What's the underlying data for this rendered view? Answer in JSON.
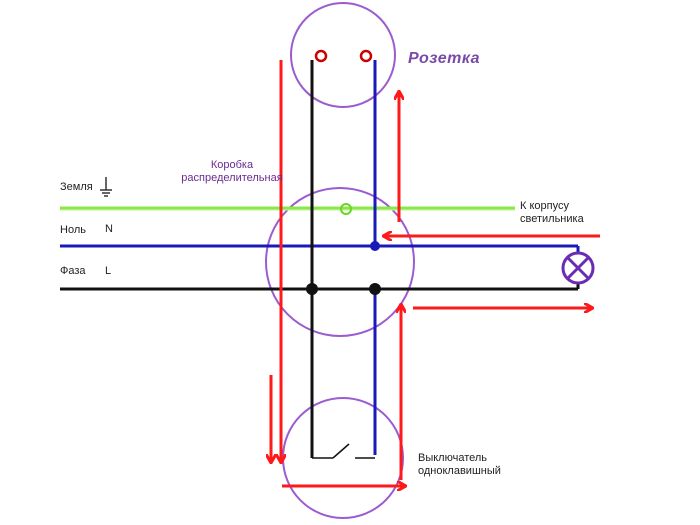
{
  "labels": {
    "socket": "Розетка",
    "box_line1": "Коробка",
    "box_line2": "распределительная",
    "lamp_line1": "К корпусу",
    "lamp_line2": "светильника",
    "ground": "Земля",
    "neutral": "Ноль",
    "neutral_letter": "N",
    "phase": "Фаза",
    "phase_letter": "L",
    "switch_line1": "Выключатель",
    "switch_line2": "одноклавишный"
  },
  "colors": {
    "ground_wire": "#8be84a",
    "neutral_wire": "#1a1ab8",
    "phase_wire": "#111111",
    "circle": "#9b5bd1",
    "arrow": "#ff1a1a",
    "socket_pin": "#cc0000",
    "label_purple": "#6a2b91"
  }
}
